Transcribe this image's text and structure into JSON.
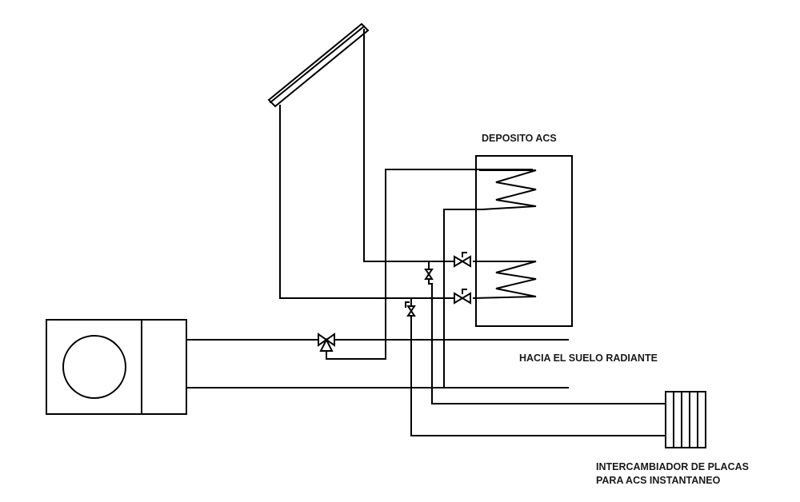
{
  "labels": {
    "deposito": "DEPOSITO ACS",
    "suelo_radiante": "HACIA EL SUELO RADIANTE",
    "intercambiador_line1": "INTERCAMBIADOR DE PLACAS",
    "intercambiador_line2": "PARA ACS INSTANTANEO"
  },
  "colors": {
    "line": "#000000",
    "text": "#1a1a1a",
    "background": "#ffffff"
  }
}
